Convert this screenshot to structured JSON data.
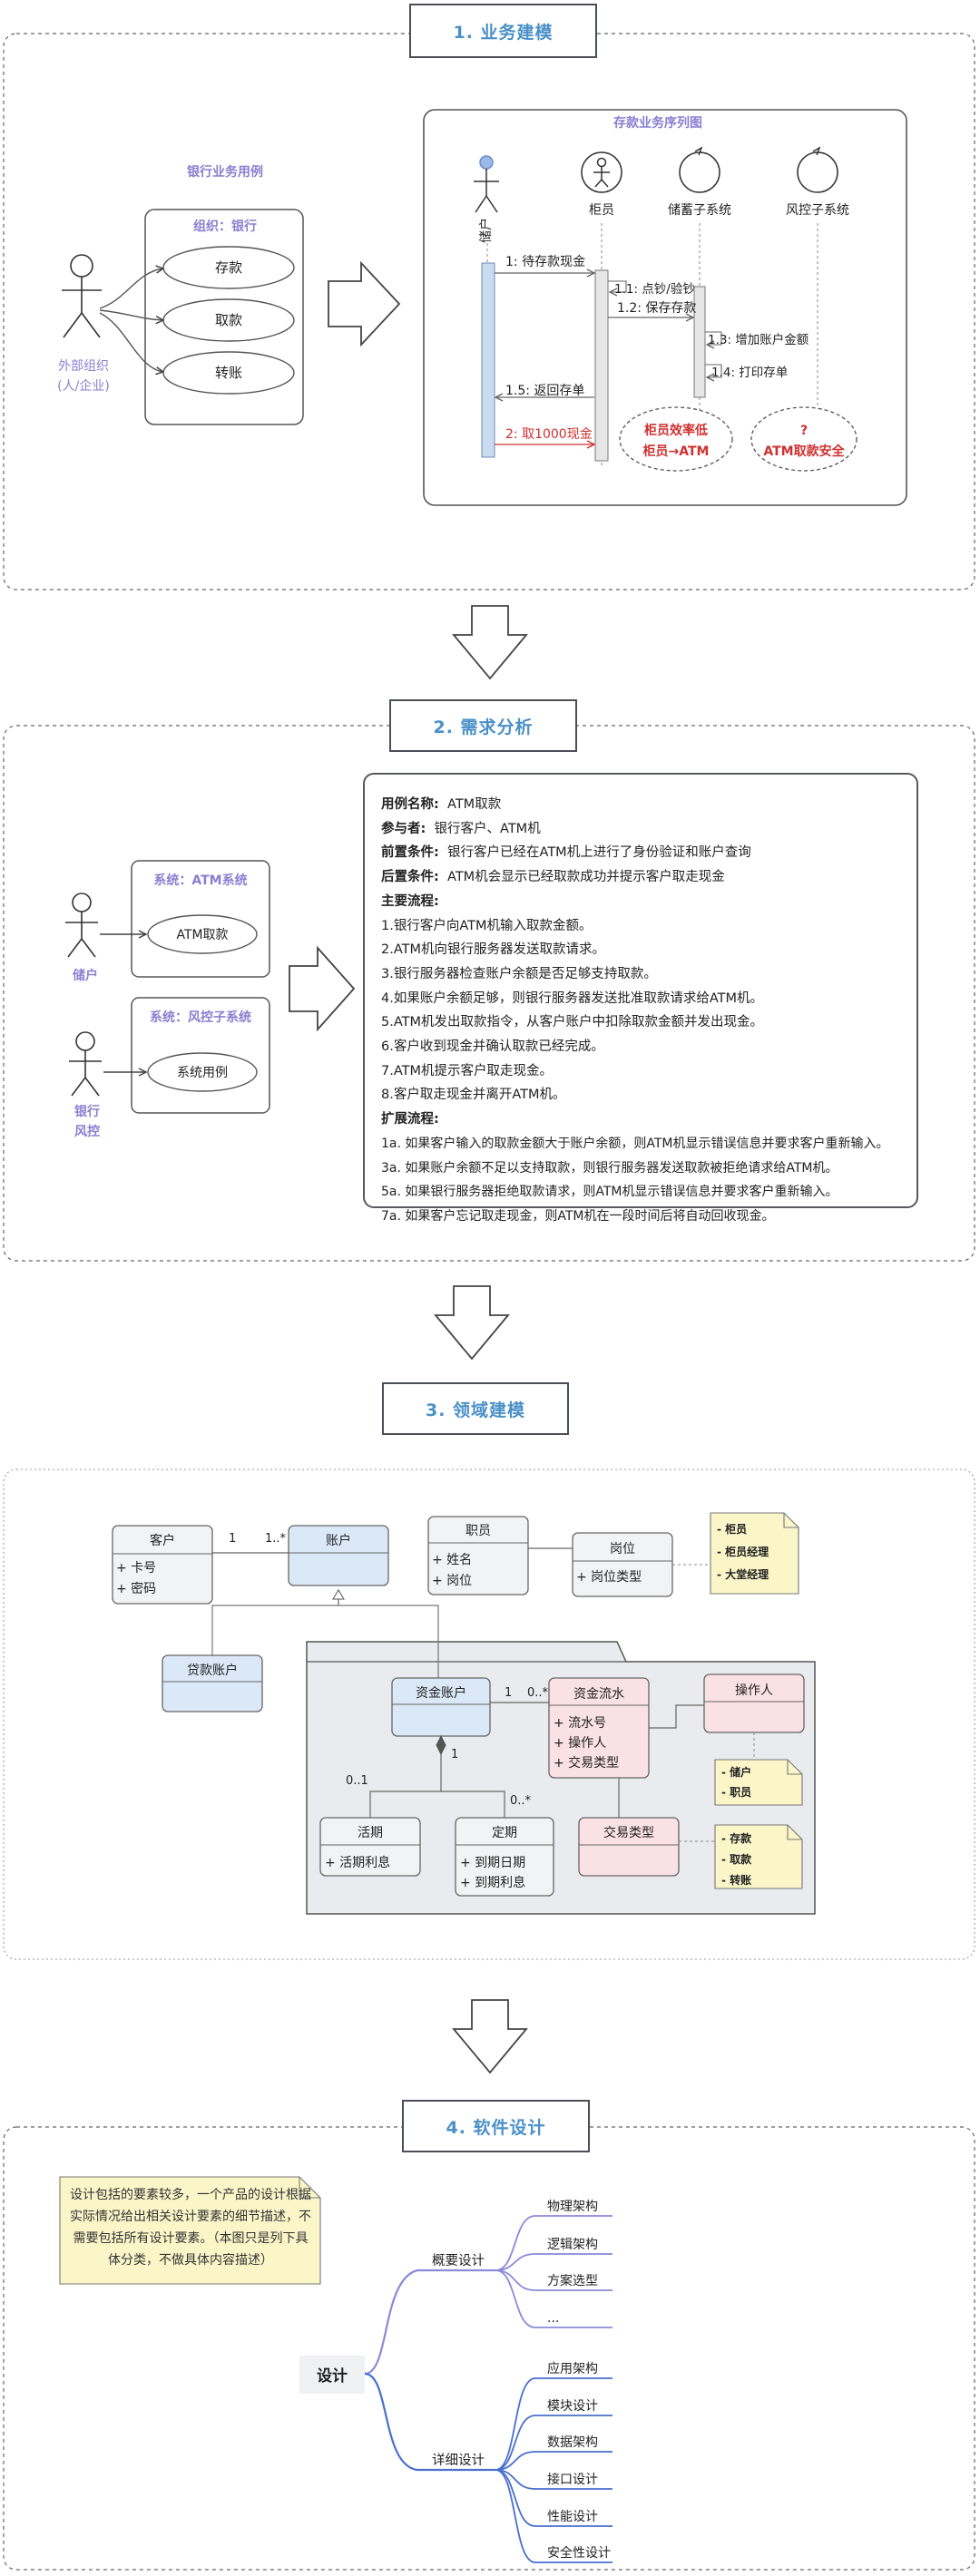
{
  "sections": {
    "s1": "1. 业务建模",
    "s2": "2. 需求分析",
    "s3": "3. 领域建模",
    "s4": "4. 软件设计"
  },
  "s1": {
    "usecase_title": "银行业务用例",
    "actor_label_1": "外部组织",
    "actor_label_2": "(人/企业)",
    "org_label": "组织：银行",
    "usecases": [
      "存款",
      "取款",
      "转账"
    ],
    "seq_title": "存款业务序列图",
    "lifelines": [
      "储户",
      "柜员",
      "储蓄子系统",
      "风控子系统"
    ],
    "messages": {
      "m1": "1: 待存款现金",
      "m11": "1.1: 点钞/验钞",
      "m12": "1.2: 保存存款",
      "m13": "1.3: 增加账户金额",
      "m14": "1.4: 打印存单",
      "m15": "1.5: 返回存单",
      "m2": "2: 取1000现金"
    },
    "ellipse1": [
      "柜员效率低",
      "柜员→ATM"
    ],
    "ellipse2": [
      "?",
      "ATM取款安全"
    ]
  },
  "s2": {
    "actor1": "储户",
    "actor2_line1": "银行",
    "actor2_line2": "风控",
    "sys1_label": "系统：ATM系统",
    "sys1_uc": "ATM取款",
    "sys2_label": "系统：风控子系统",
    "sys2_uc": "系统用例",
    "spec": {
      "name_k": "用例名称:",
      "name_v": "ATM取款",
      "actor_k": "参与者:",
      "actor_v": "银行客户、ATM机",
      "pre_k": "前置条件:",
      "pre_v": "银行客户已经在ATM机上进行了身份验证和账户查询",
      "post_k": "后置条件:",
      "post_v": "ATM机会显示已经取款成功并提示客户取走现金",
      "main_k": "主要流程:",
      "main": [
        "1.银行客户向ATM机输入取款金额。",
        "2.ATM机向银行服务器发送取款请求。",
        "3.银行服务器检查账户余额是否足够支持取款。",
        "4.如果账户余额足够，则银行服务器发送批准取款请求给ATM机。",
        "5.ATM机发出取款指令，从客户账户中扣除取款金额并发出现金。",
        "6.客户收到现金并确认取款已经完成。",
        "7.ATM机提示客户取走现金。",
        "8.客户取走现金并离开ATM机。"
      ],
      "ext_k": "扩展流程:",
      "ext": [
        "1a. 如果客户输入的取款金额大于账户余额，则ATM机显示错误信息并要求客户重新输入。",
        "3a. 如果账户余额不足以支持取款，则银行服务器发送取款被拒绝请求给ATM机。",
        "5a. 如果银行服务器拒绝取款请求，则ATM机显示错误信息并要求客户重新输入。",
        "7a. 如果客户忘记取走现金，则ATM机在一段时间后将自动回收现金。"
      ]
    }
  },
  "s3": {
    "customer": {
      "name": "客户",
      "attrs": [
        "+  卡号",
        "+  密码"
      ]
    },
    "account": {
      "name": "账户"
    },
    "staff": {
      "name": "职员",
      "attrs": [
        "+  姓名",
        "+  岗位"
      ]
    },
    "post": {
      "name": "岗位",
      "attrs": [
        "+  岗位类型"
      ]
    },
    "post_note": [
      "- 柜员",
      "- 柜员经理",
      "- 大堂经理"
    ],
    "loan": {
      "name": "贷款账户"
    },
    "fund": {
      "name": "资金账户"
    },
    "flow": {
      "name": "资金流水",
      "attrs": [
        "+  流水号",
        "+  操作人",
        "+  交易类型"
      ]
    },
    "operator": {
      "name": "操作人"
    },
    "op_note": [
      "- 储户",
      "- 职员"
    ],
    "current": {
      "name": "活期",
      "attrs": [
        "+  活期利息"
      ]
    },
    "fixed": {
      "name": "定期",
      "attrs": [
        "+  到期日期",
        "+  到期利息"
      ]
    },
    "txtype": {
      "name": "交易类型"
    },
    "tx_note": [
      "- 存款",
      "- 取款",
      "- 转账"
    ],
    "mult": {
      "m1": "1",
      "m1s": "1..*",
      "m2": "1",
      "m2s": "0..*",
      "m3": "1",
      "m3a": "0..1",
      "m3b": "0..*"
    }
  },
  "s4": {
    "note_lines": [
      "设计包括的要素较多，一个产品的设计根据",
      "实际情况给出相关设计要素的细节描述，不",
      "需要包括所有设计要素。（本图只是列下具",
      "体分类，不做具体内容描述）"
    ],
    "root": "设计",
    "branch1": "概要设计",
    "branch1_items": [
      "物理架构",
      "逻辑架构",
      "方案选型",
      "..."
    ],
    "branch2": "详细设计",
    "branch2_items": [
      "应用架构",
      "模块设计",
      "数据架构",
      "接口设计",
      "性能设计",
      "安全性设计"
    ]
  },
  "colors": {
    "purple": "#8a7fd0",
    "blue_title": "#4a90c8",
    "red": "#d03030",
    "uml_blue": "#dbe8f7",
    "uml_pink": "#f9e1e4",
    "uml_gray": "#f2f3f4",
    "note_yellow": "#fbf6c8",
    "mind_line": "#8a8ad8"
  }
}
